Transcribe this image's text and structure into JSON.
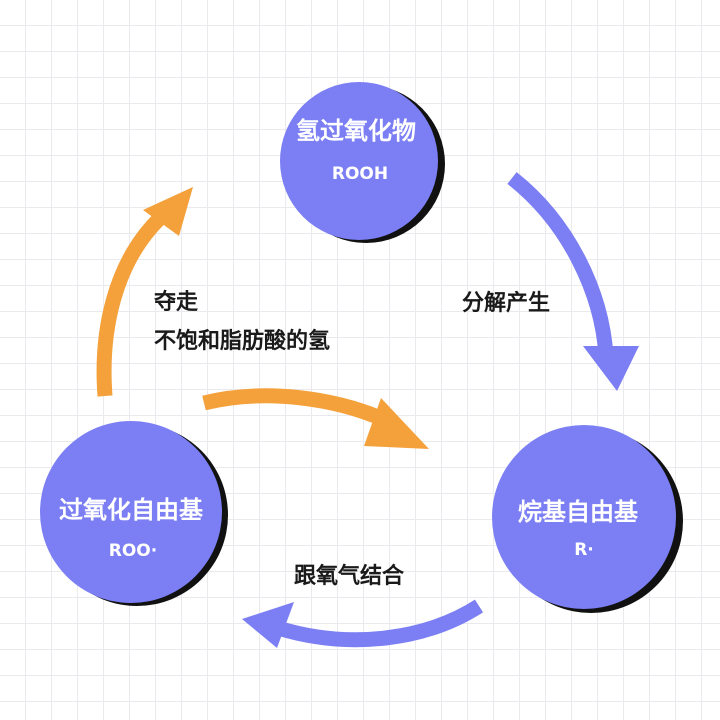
{
  "colors": {
    "node_fill": "#7b7ff3",
    "node_shadow": "#111111",
    "arrow_orange": "#f4a13b",
    "arrow_purple": "#7b7ff3"
  },
  "nodes": {
    "rooh": {
      "title": "氢过氧化物",
      "formula": "ROOH"
    },
    "alkyl": {
      "title": "烷基自由基",
      "formula": "R·"
    },
    "peroxyl": {
      "title": "过氧化自由基",
      "formula": "ROO·"
    }
  },
  "edges": {
    "decompose": {
      "label": "分解产生"
    },
    "combine_oxygen": {
      "label": "跟氧气结合"
    },
    "abstract_h": {
      "label_line1": "夺走",
      "label_line2": "不饱和脂肪酸的氢"
    }
  }
}
